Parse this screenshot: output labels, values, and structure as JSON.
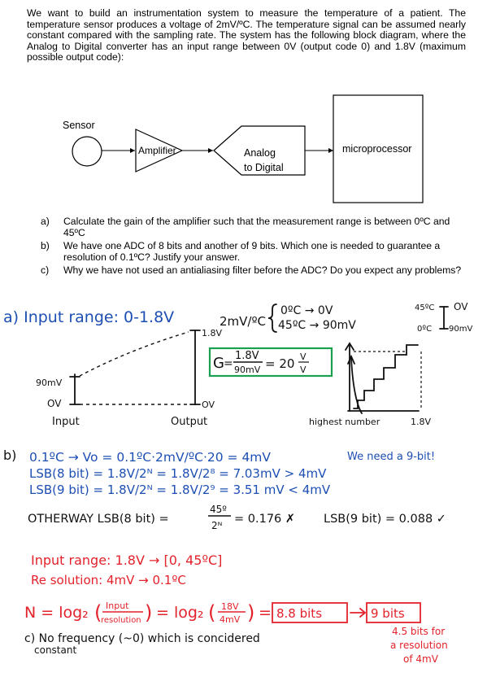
{
  "intro": "We want to build an instrumentation system to measure the temperature of a patient. The temperature sensor produces a voltage of 2mV/ºC. The temperature signal can be assumed nearly constant compared with the sampling rate. The system has the following block diagram, where the Analog to Digital converter has an input range between 0V (output code 0) and 1.8V (maximum possible output code):",
  "diagram": {
    "sensor": "Sensor",
    "amplifier": "Amplifier",
    "adc_line1": "Analog",
    "adc_line2": "to Digital",
    "micro": "microprocessor"
  },
  "questions": [
    {
      "label": "a)",
      "text": "Calculate the gain of the amplifier such that the measurement range is between 0ºC and 45ºC"
    },
    {
      "label": "b)",
      "text": "We have one ADC of 8 bits and another of 9 bits. Which one is needed to guarantee a resolution of 0.1ºC? Justify your answer."
    },
    {
      "label": "c)",
      "text": "Why we have not used an antialiasing filter before the ADC? Do you expect any problems?"
    }
  ],
  "handwritten": {
    "a_line": "a) Input range: 0-1.8V",
    "sens": "2mV/ºC",
    "map1": "0ºC → 0V",
    "map2": "45ºC → 90mV",
    "t45": "45ºC",
    "ov_top": "OV",
    "t0": "0ºC",
    "mv90_r": "90mV",
    "v18_top": "1.8V",
    "mv90_l": "90mV",
    "ov_left": "OV",
    "ov_right": "OV",
    "input": "Input",
    "output": "Output",
    "gain_g": "G",
    "gain_num": "1.8V",
    "gain_den": "90mV",
    "gain_res": "= 20",
    "gain_u_num": "V",
    "gain_u_den": "V",
    "highest": "highest number",
    "v18_bottom": "1.8V",
    "b_label": "b)",
    "b1": "0.1ºC → Vo = 0.1ºC·2mV/ºC·20 = 4mV",
    "we_need": "We need a 9-bit!",
    "b2": "LSB(8 bit) = 1.8V/2ᴺ = 1.8V/2⁸ = 7.03mV > 4mV",
    "b3": "LSB(9 bit) = 1.8V/2ᴺ = 1.8V/2⁹ = 3.51 mV < 4mV",
    "other_a": "OTHERWAY LSB(8 bit) =",
    "other_num": "45º",
    "other_den": "2ᴺ",
    "other_b": "= 0.176 ✗",
    "other_c": "LSB(9 bit) = 0.088 ✓",
    "red1": "Input range: 1.8V → [0, 45ºC]",
    "red2": "Re solution: 4mV → 0.1ºC",
    "n_pre": "N = log₂",
    "n_num": "Input",
    "n_den": "resolution",
    "n_mid": "= log₂",
    "n_num2": "18V",
    "n_den2": "4mV",
    "n_box1": "8.8 bits",
    "n_box2": "9 bits",
    "red_note1": "4.5 bits for",
    "red_note2": "a resolution",
    "red_note3": "of 4mV",
    "c1": "c) No frequency (~0) which is concidered",
    "c2": "constant"
  }
}
